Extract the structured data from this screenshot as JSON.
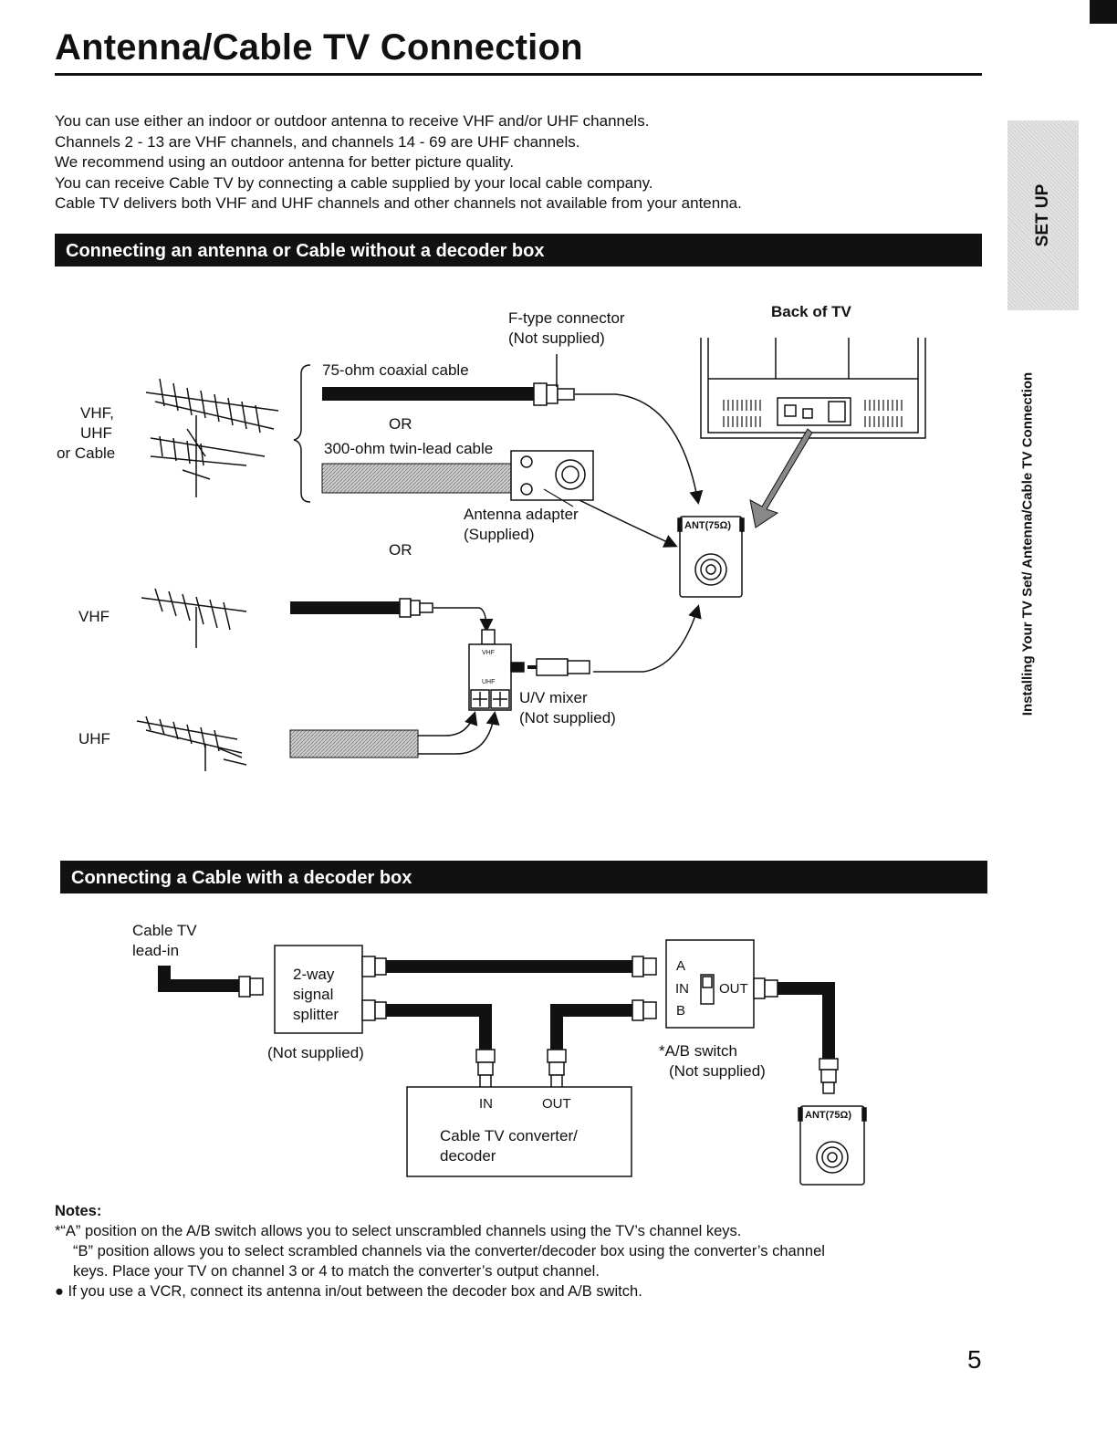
{
  "page": {
    "title": "Antenna/Cable TV Connection",
    "page_number": "5",
    "side_tab": "SET UP",
    "side_caption": "Installing Your TV Set/ Antenna/Cable TV Connection"
  },
  "intro": [
    "You can use either an indoor or outdoor antenna to receive VHF and/or UHF channels.",
    "Channels 2 - 13 are VHF channels, and channels 14 - 69 are UHF channels.",
    "We recommend using an outdoor antenna for better picture quality.",
    "You can receive Cable TV by connecting a cable supplied by your local cable company.",
    "Cable TV delivers both VHF and UHF channels and other channels not available from your antenna."
  ],
  "section1": {
    "heading": "Connecting an antenna or Cable without a decoder box",
    "labels": {
      "vhf_uhf_cable_1": "VHF,",
      "vhf_uhf_cable_2": "UHF",
      "vhf_uhf_cable_3": "or Cable",
      "vhf": "VHF",
      "uhf": "UHF",
      "ftype_1": "F-type connector",
      "ftype_2": "(Not supplied)",
      "back_of_tv": "Back of TV",
      "coax": "75-ohm coaxial cable",
      "or1": "OR",
      "twinlead": "300-ohm twin-lead cable",
      "adapter_1": "Antenna adapter",
      "adapter_2": "(Supplied)",
      "or2": "OR",
      "ant_port": "ANT(75Ω)",
      "mixer_1": "U/V mixer",
      "mixer_2": "(Not supplied)",
      "mixer_vhf": "VHF",
      "mixer_uhf": "UHF"
    }
  },
  "section2": {
    "heading": "Connecting a Cable with a decoder box",
    "labels": {
      "leadin_1": "Cable TV",
      "leadin_2": "lead-in",
      "splitter_1": "2-way",
      "splitter_2": "signal",
      "splitter_3": "splitter",
      "splitter_note": "(Not supplied)",
      "switch_a": "A",
      "switch_in": "IN",
      "switch_b": "B",
      "switch_out": "OUT",
      "ab_1": "*A/B switch",
      "ab_2": "(Not supplied)",
      "dec_in": "IN",
      "dec_out": "OUT",
      "dec_1": "Cable TV converter/",
      "dec_2": "decoder",
      "ant_port": "ANT(75Ω)"
    }
  },
  "notes": {
    "heading": "Notes:",
    "lines": [
      "*“A” position on the A/B switch allows you to select unscrambled channels using the TV’s channel keys.",
      "“B” position allows you to select scrambled channels via the converter/decoder box using the converter’s channel",
      "keys. Place your TV on channel 3 or 4 to match the converter’s output channel.",
      "● If you use a VCR, connect its antenna in/out between the decoder box and A/B switch."
    ]
  }
}
